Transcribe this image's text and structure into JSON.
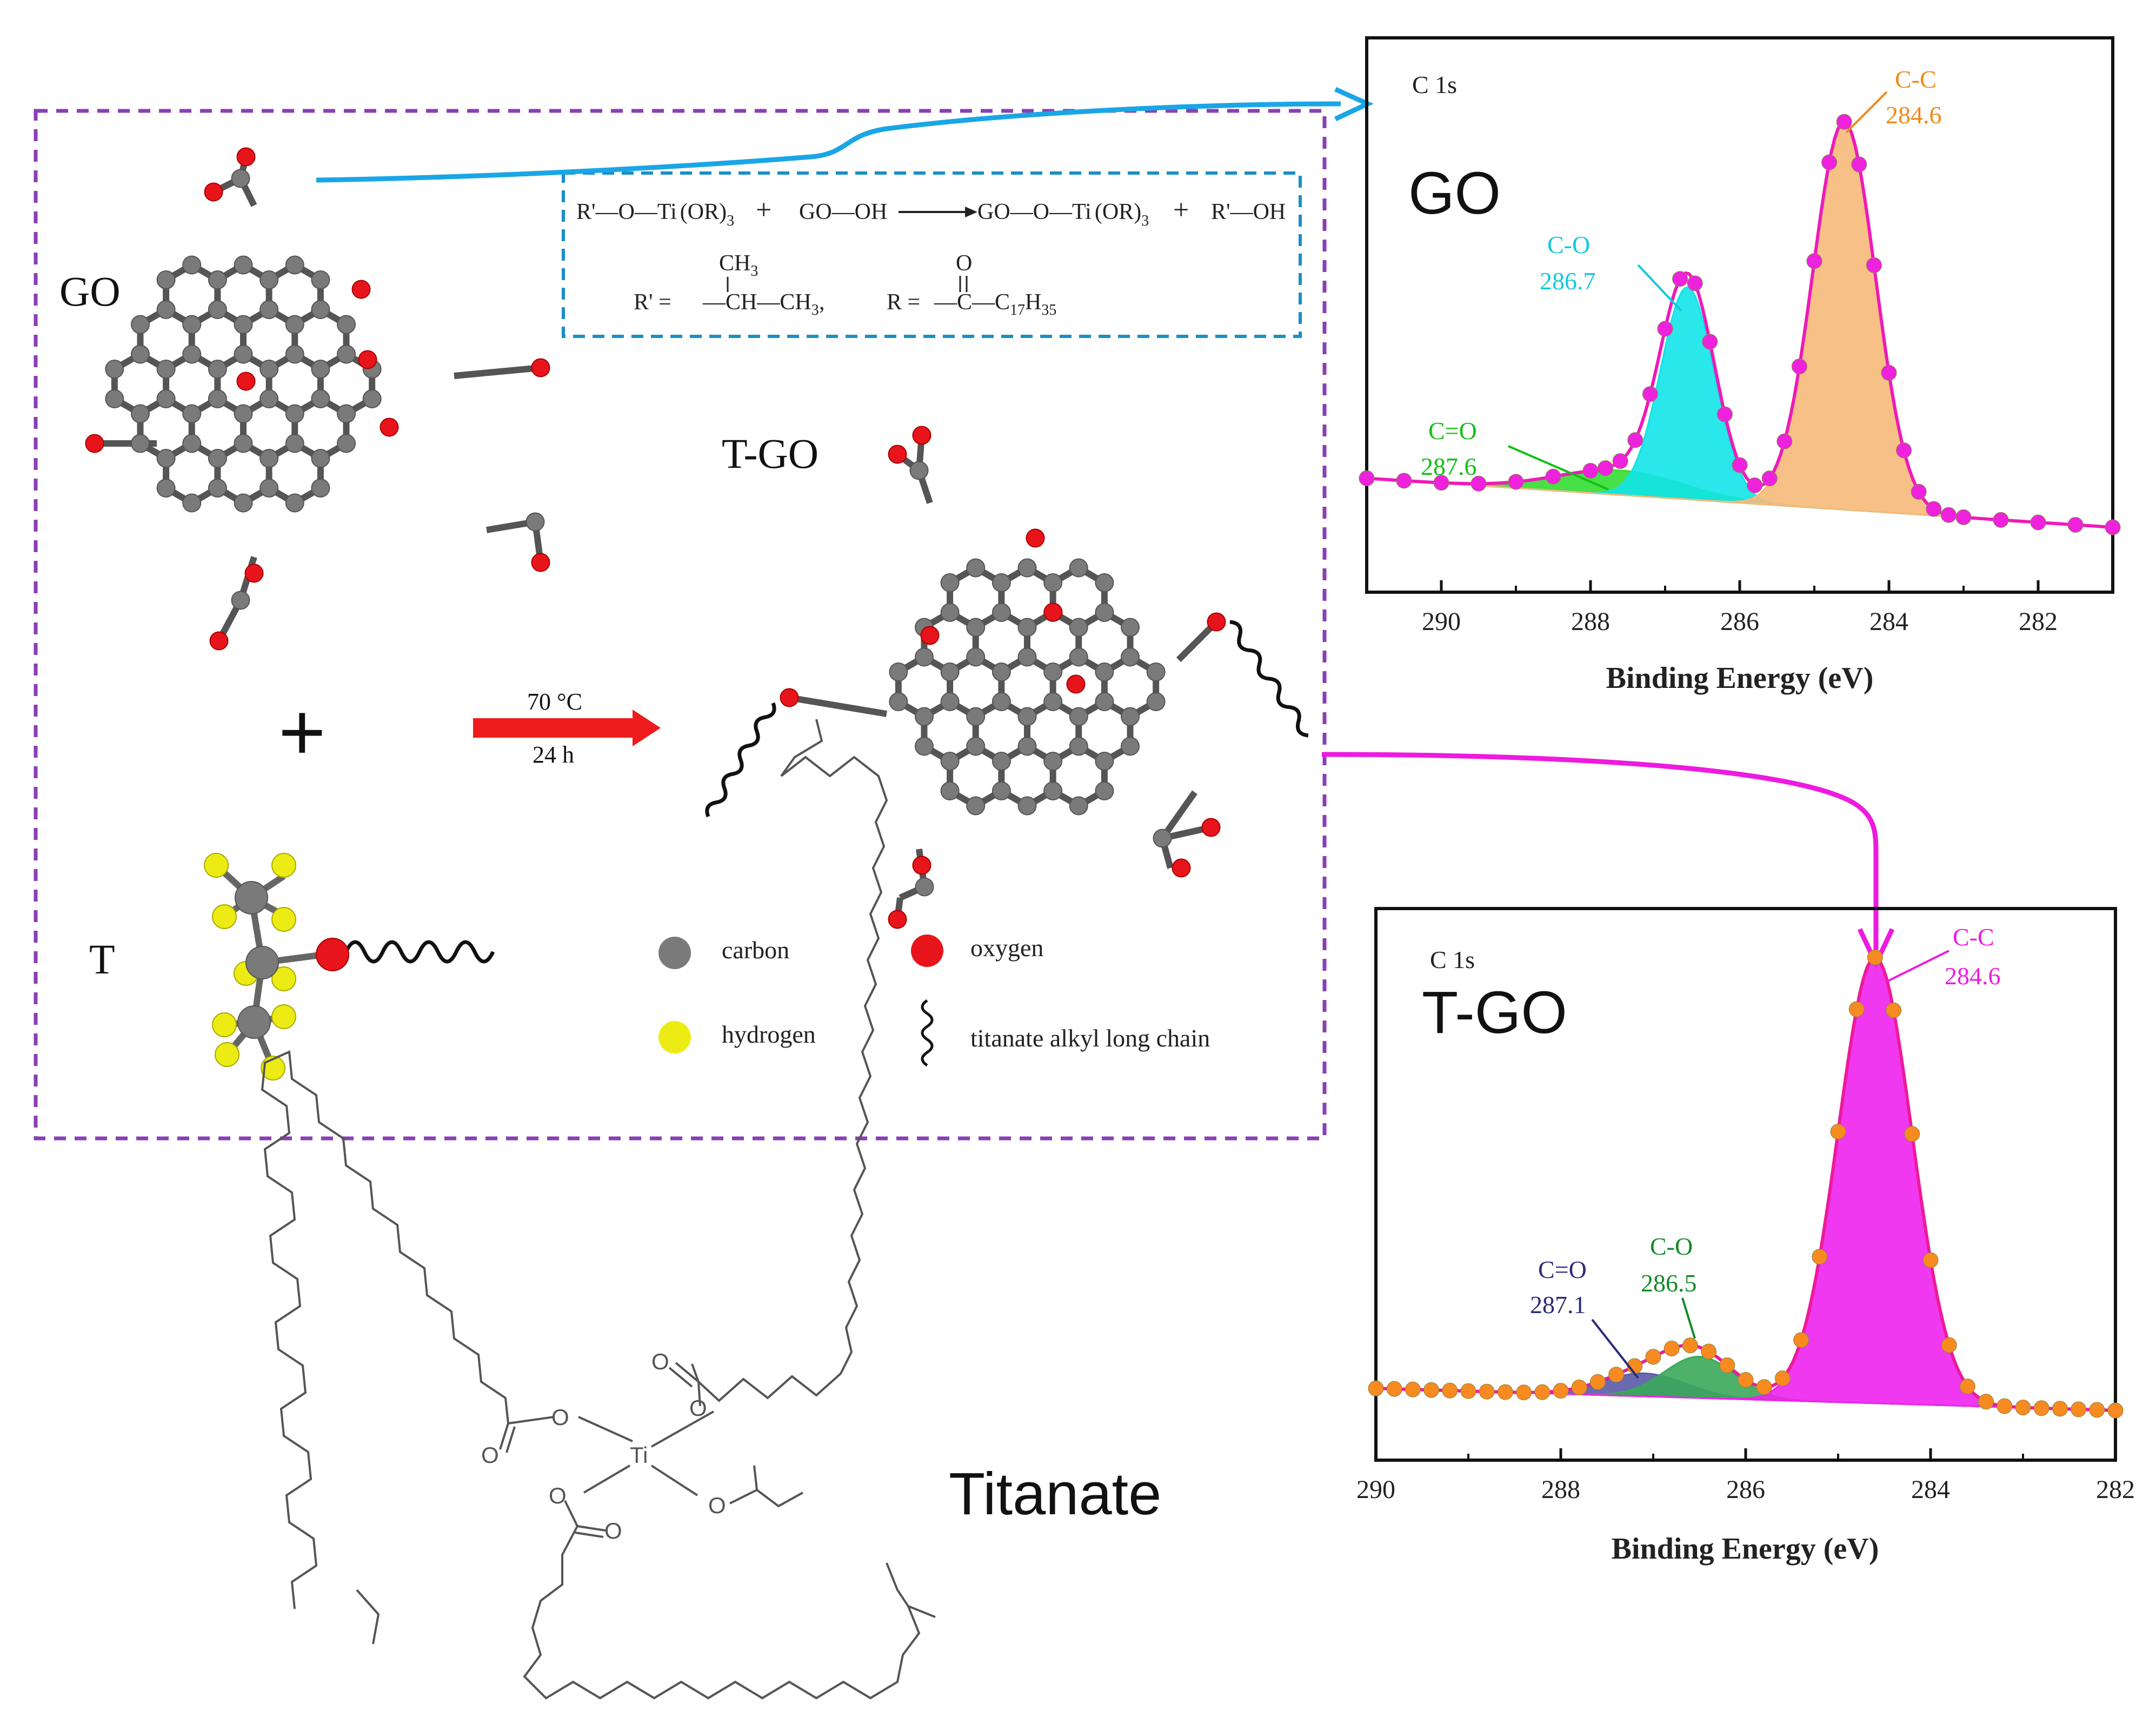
{
  "colors": {
    "carbon": "#7a7a7a",
    "oxygen": "#e8141c",
    "hydrogen": "#ecec14",
    "frame_purple": "#8a3fb5",
    "frame_blue": "#1a8ec7",
    "arrow_blue": "#1aa6e6",
    "arrow_magenta": "#ee1ae0",
    "reaction_arrow": "#ee1c1c",
    "go_cc_fill": "#f6b97a",
    "go_co_fill": "#12e4e8",
    "go_c_eq_o_fill": "#33dd33",
    "go_fit_line": "#ee1ab8",
    "tgo_cc_fill": "#ee22ee",
    "tgo_co_fill": "#3aa85a",
    "tgo_c_eq_o_fill": "#5a5aa8",
    "tgo_points": "#f78a20",
    "label_orange": "#f08a1a",
    "label_cyan": "#12c8e0",
    "label_green": "#12c012",
    "label_darkgreen": "#128a28",
    "label_navy": "#2a2a7a",
    "label_magenta": "#ee1ae0"
  },
  "scheme": {
    "go_label": "GO",
    "tgo_label": "T-GO",
    "t_label": "T",
    "plus": "+",
    "condition_temp": "70 °C",
    "condition_time": "24 h",
    "equation": {
      "reactant1": "R'—O—Ti",
      "reactant1_tail": "OR)",
      "reactant1_sub": "3",
      "plus1": "+",
      "reactant2": "GO—OH",
      "product1": "GO—O—Ti",
      "product1_tail": "OR)",
      "product1_sub": "3",
      "plus2": "+",
      "product2": "R'—OH",
      "r_prime_def": "R' =",
      "r_prime_ch3": "CH",
      "r_prime_ch3_sub": "3",
      "r_prime_main": "—CH—CH",
      "r_prime_main_sub": "3",
      "comma": ",",
      "r_def": "R =",
      "r_o": "O",
      "r_main": "—C—C",
      "r_main_sub1": "17",
      "r_main_h": "H",
      "r_main_sub2": "35"
    },
    "legend": {
      "carbon": "carbon",
      "oxygen": "oxygen",
      "hydrogen": "hydrogen",
      "chain": "titanate alkyl long chain"
    }
  },
  "titanate": {
    "label": "Titanate",
    "ti": "Ti",
    "o_atoms": [
      "O",
      "O",
      "O",
      "O",
      "O",
      "O",
      "O"
    ]
  },
  "chart_data": [
    {
      "type": "line",
      "panel_label": "GO",
      "title": "C 1s",
      "xlabel": "Binding Energy (eV)",
      "xlim": [
        291,
        281
      ],
      "x_ticks": [
        "290",
        "288",
        "286",
        "284",
        "282"
      ],
      "peaks": [
        {
          "name": "C-C",
          "center": 284.6,
          "label": "284.6",
          "height": 0.95
        },
        {
          "name": "C-O",
          "center": 286.7,
          "label": "286.7",
          "height": 0.52
        },
        {
          "name": "C=O",
          "center": 287.6,
          "label": "287.6",
          "height": 0.06
        }
      ],
      "fit_points_x": [
        291,
        290.5,
        290,
        289.5,
        289,
        288.5,
        288,
        287.8,
        287.6,
        287.4,
        287.2,
        287,
        286.8,
        286.6,
        286.4,
        286.2,
        286,
        285.8,
        285.6,
        285.4,
        285.2,
        285,
        284.8,
        284.6,
        284.4,
        284.2,
        284,
        283.8,
        283.6,
        283.4,
        283.2,
        283,
        282.5,
        282,
        281.5,
        281
      ]
    },
    {
      "type": "line",
      "panel_label": "T-GO",
      "title": "C 1s",
      "xlabel": "Binding Energy (eV)",
      "xlim": [
        290,
        282
      ],
      "x_ticks": [
        "290",
        "288",
        "286",
        "284",
        "282"
      ],
      "peaks": [
        {
          "name": "C-C",
          "center": 284.6,
          "label": "284.6",
          "height": 0.97
        },
        {
          "name": "C-O",
          "center": 286.5,
          "label": "286.5",
          "height": 0.09
        },
        {
          "name": "C=O",
          "center": 287.1,
          "label": "287.1",
          "height": 0.05
        }
      ],
      "fit_points_x": [
        290,
        289.8,
        289.6,
        289.4,
        289.2,
        289,
        288.8,
        288.6,
        288.4,
        288.2,
        288,
        287.8,
        287.6,
        287.4,
        287.2,
        287,
        286.8,
        286.6,
        286.4,
        286.2,
        286,
        285.8,
        285.6,
        285.4,
        285.2,
        285,
        284.8,
        284.6,
        284.4,
        284.2,
        284,
        283.8,
        283.6,
        283.4,
        283.2,
        283,
        282.8,
        282.6,
        282.4,
        282.2,
        282
      ]
    }
  ]
}
